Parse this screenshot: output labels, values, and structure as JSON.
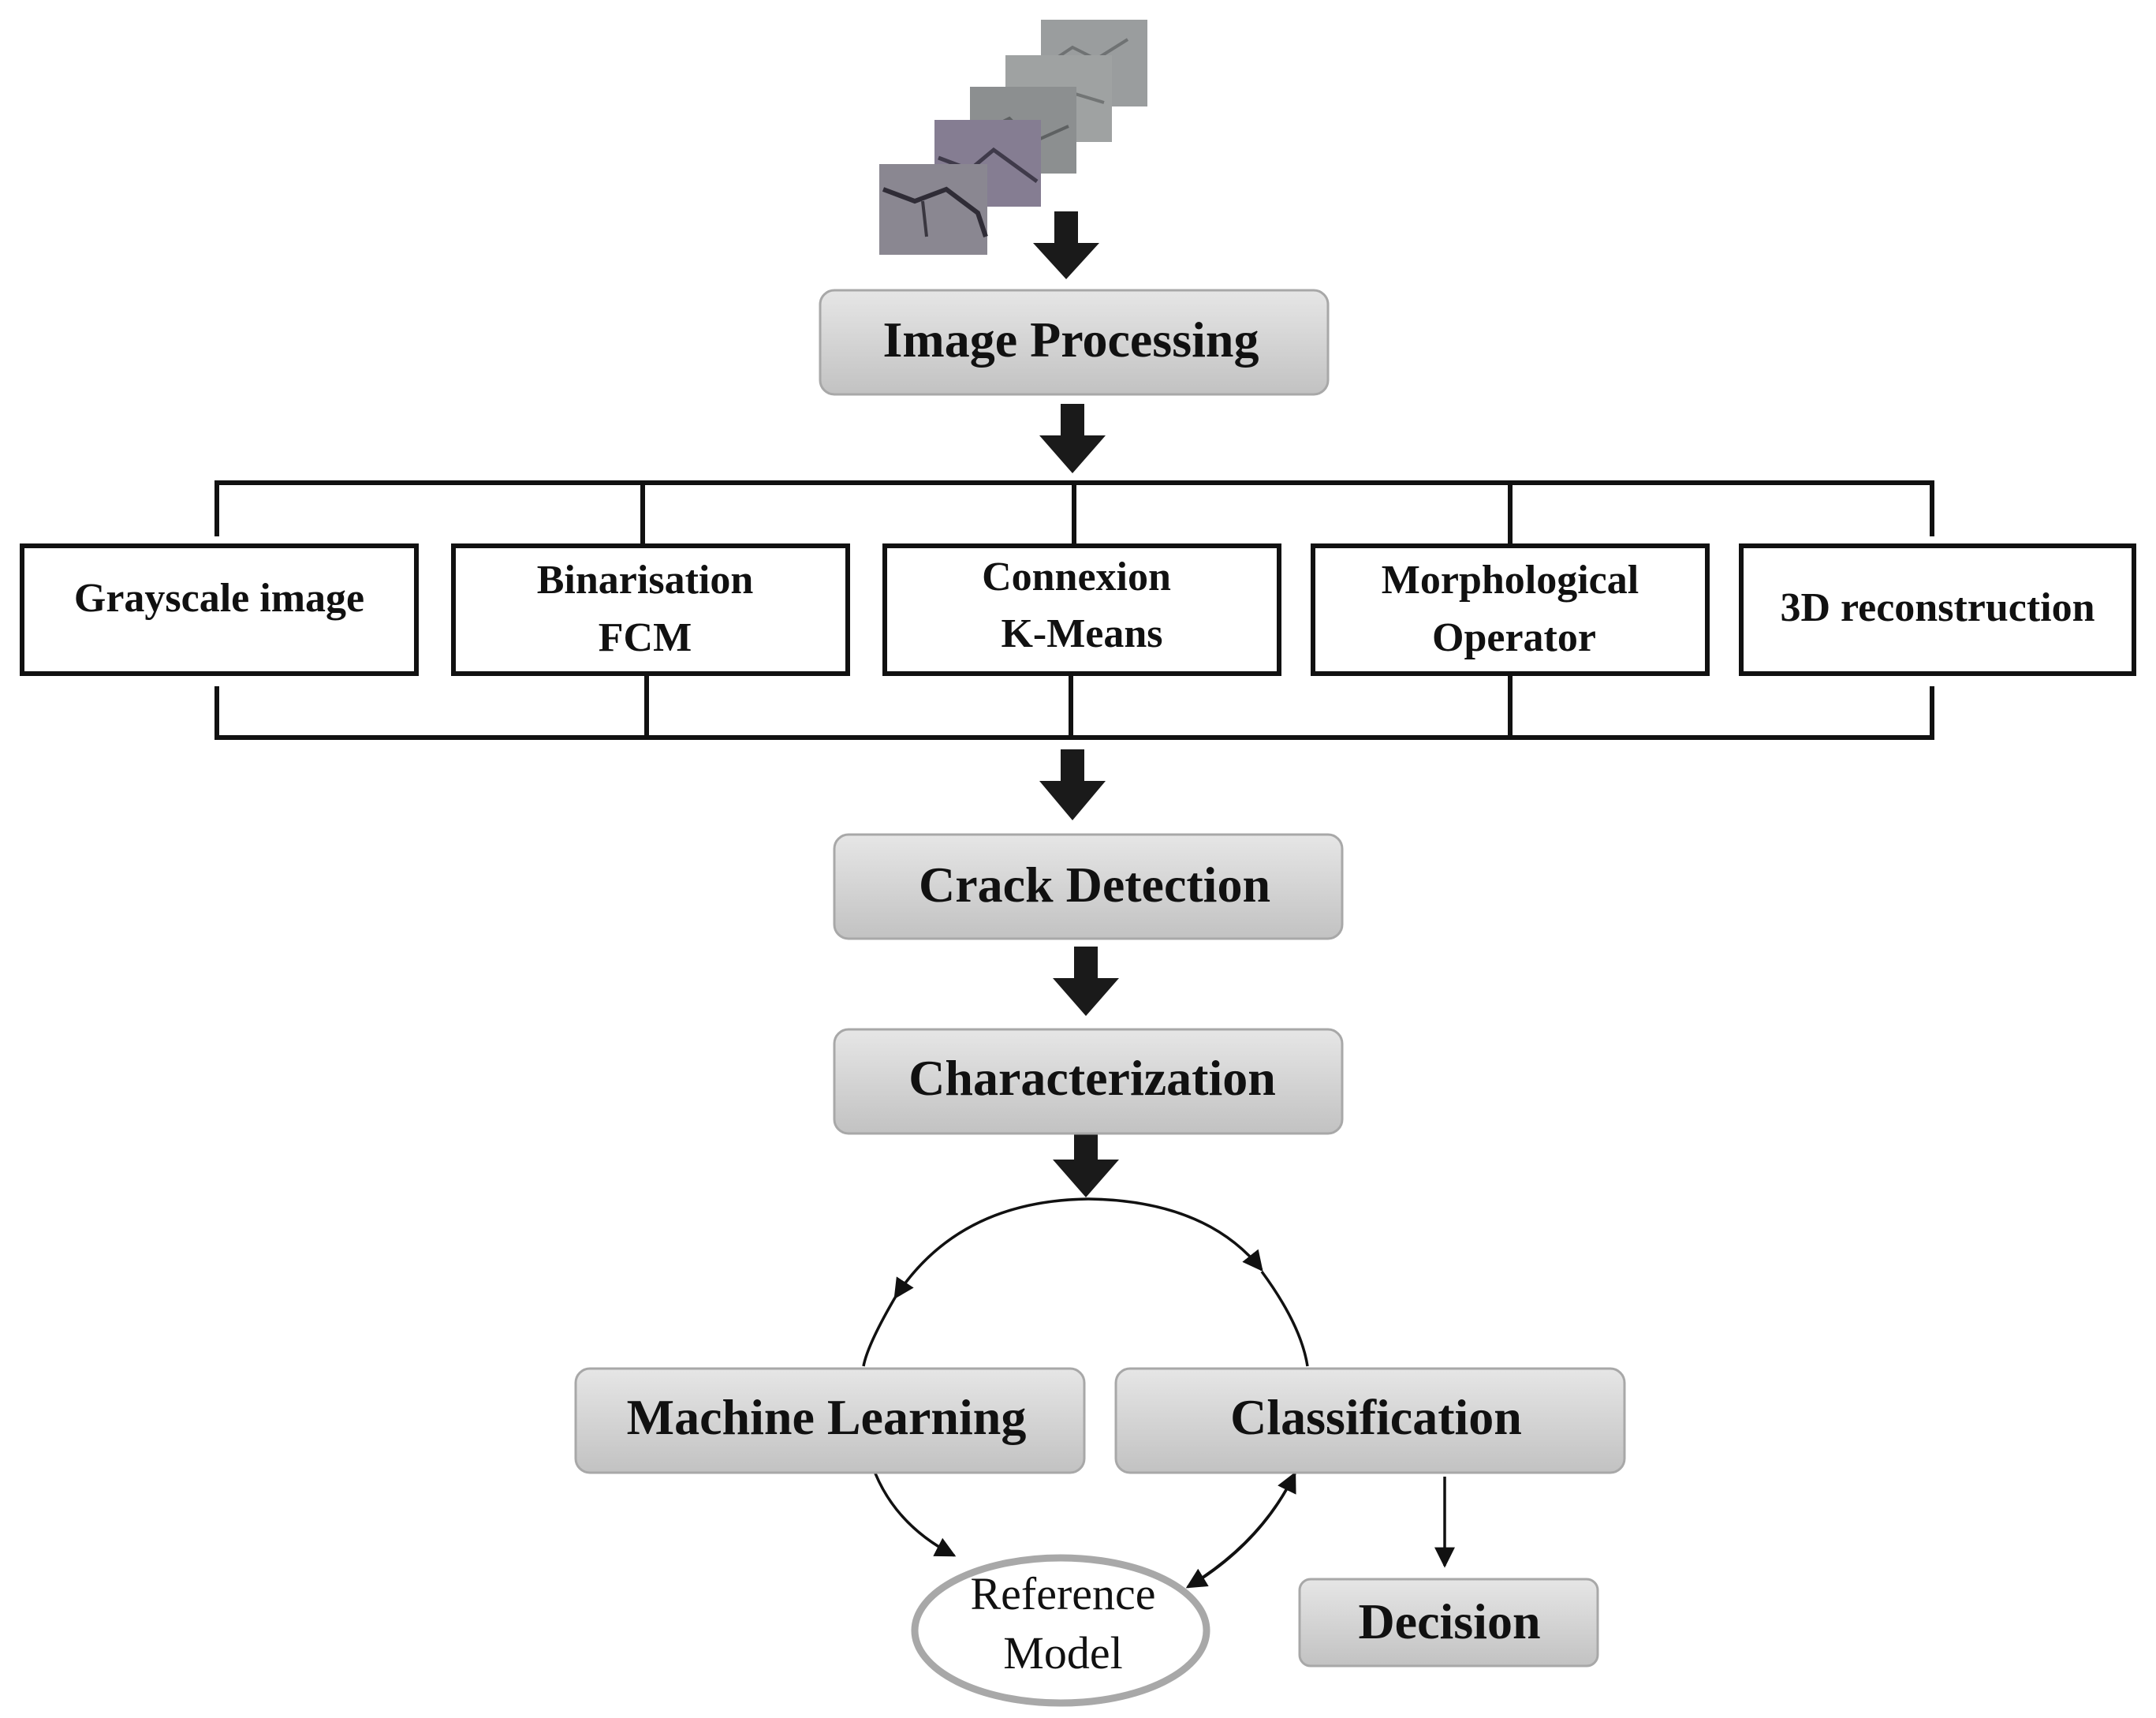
{
  "colors": {
    "step_fill_top": "#e4e4e4",
    "step_fill_bottom": "#c4c4c4",
    "step_border": "#a8a8a8",
    "line": "#111111",
    "ellipse_border": "#a8a8a8",
    "crack_tile_gray": "#8f9293",
    "crack_tile_purple": "#857d92"
  },
  "input_images": {
    "icon": "pavement-crack-image-stack",
    "count": 5
  },
  "steps": {
    "image_processing": "Image Processing",
    "crack_detection": "Crack Detection",
    "characterization": "Characterization",
    "machine_learning": "Machine Learning",
    "classification": "Classification",
    "decision": "Decision"
  },
  "techniques": [
    {
      "lines": [
        "Grayscale image"
      ]
    },
    {
      "lines": [
        "Binarisation",
        "FCM"
      ]
    },
    {
      "lines": [
        "Connexion",
        "K-Means"
      ]
    },
    {
      "lines": [
        "Morphological",
        "Operator"
      ]
    },
    {
      "lines": [
        "3D reconstruction"
      ]
    }
  ],
  "reference_model": {
    "line1": "Reference",
    "line2": "Model"
  }
}
